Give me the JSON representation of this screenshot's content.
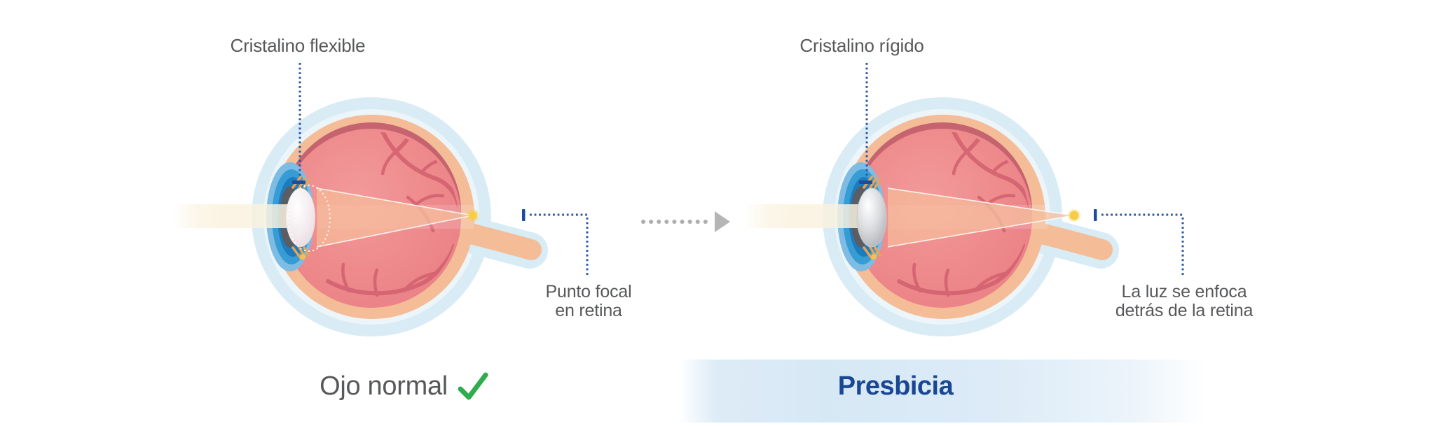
{
  "left_panel": {
    "lens_label": "Cristalino flexible",
    "focal_label": {
      "line1": "Punto focal",
      "line2": "en retina"
    },
    "caption": "Ojo normal"
  },
  "right_panel": {
    "lens_label": "Cristalino rígido",
    "focal_label": {
      "line1": "La luz se enfoca",
      "line2": "detrás de la retina"
    },
    "caption": "Presbicia"
  },
  "icons": {
    "check": "check-icon",
    "arrow": "dotted-arrow-right-icon"
  },
  "colors": {
    "label_text": "#57585A",
    "leader_blue": "#2A57A4",
    "caption_presbicia_text": "#1A4793",
    "check_green": "#2FAC4D",
    "band_blue": "#D7E8F5",
    "focal_dot_yellow": "#F6CD45",
    "arrow_gray": "#AEAEAE",
    "sclera_blue": "#D9ECF5",
    "choroid_peach": "#F4BD98",
    "vitreous_pink": "#EE8A8C",
    "vessel_red": "#D2626F",
    "light_beam_cream": "#FAF2DE"
  }
}
